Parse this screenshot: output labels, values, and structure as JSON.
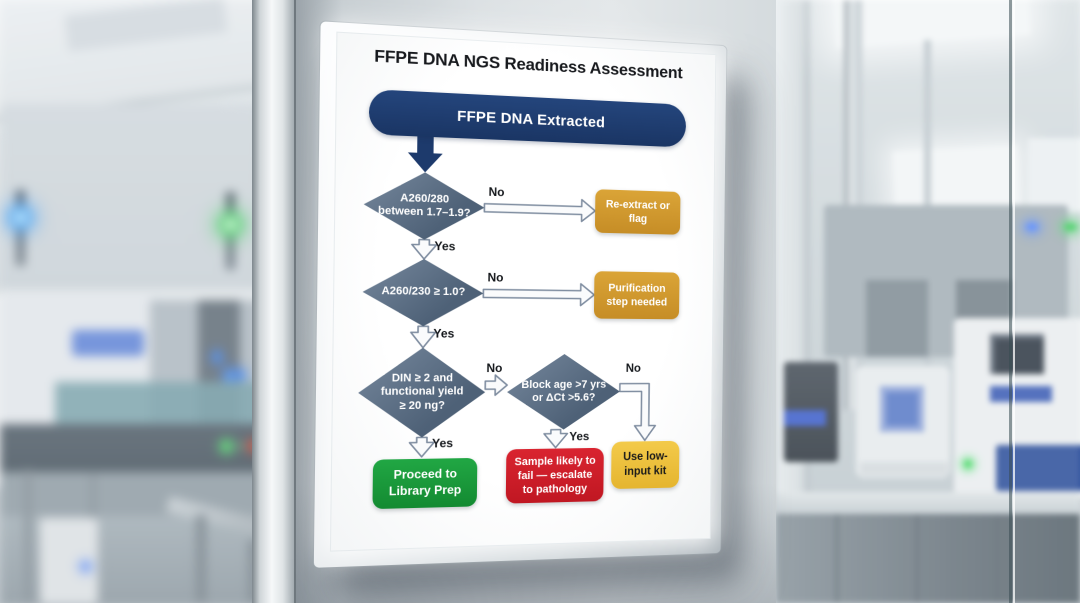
{
  "poster": {
    "title": "FFPE DNA NGS Readiness Assessment",
    "edge_labels": {
      "yes": "Yes",
      "no": "No"
    },
    "nodes": {
      "start": {
        "label": "FFPE DNA Extracted"
      },
      "d1": {
        "lines": [
          "A260/280",
          "between 1.7–1.9?"
        ]
      },
      "d2": {
        "lines": [
          "A260/230 ≥ 1.0?"
        ]
      },
      "d3": {
        "lines": [
          "DIN ≥ 2 and",
          "functional yield",
          "≥ 20 ng?"
        ]
      },
      "d4": {
        "lines": [
          "Block age >7 yrs",
          "or ΔCt >5.6?"
        ]
      },
      "reextract": {
        "lines": [
          "Re-extract or flag"
        ]
      },
      "purification": {
        "lines": [
          "Purification",
          "step needed"
        ]
      },
      "library_prep": {
        "lines": [
          "Proceed to",
          "Library Prep"
        ]
      },
      "sample_fail": {
        "lines": [
          "Sample likely to",
          "fail — escalate",
          "to pathology"
        ]
      },
      "low_input": {
        "lines": [
          "Use low-",
          "input kit"
        ]
      }
    },
    "edges": [
      {
        "from": "start",
        "to": "d1",
        "label": ""
      },
      {
        "from": "d1",
        "to": "reextract",
        "label": "No"
      },
      {
        "from": "d1",
        "to": "d2",
        "label": "Yes"
      },
      {
        "from": "d2",
        "to": "purification",
        "label": "No"
      },
      {
        "from": "d2",
        "to": "d3",
        "label": "Yes"
      },
      {
        "from": "d3",
        "to": "d4",
        "label": "No"
      },
      {
        "from": "d3",
        "to": "library_prep",
        "label": "Yes"
      },
      {
        "from": "d4",
        "to": "sample_fail",
        "label": "Yes"
      },
      {
        "from": "d4",
        "to": "low_input",
        "label": "No"
      }
    ],
    "colors": {
      "start_navy": "#1d3a6c",
      "decision_slate": "#54687e",
      "warning_orange": "#d0992e",
      "success_green": "#189f3a",
      "fail_red": "#d21f28",
      "caution_yellow": "#eec23f",
      "title_text": "#17191d"
    }
  }
}
